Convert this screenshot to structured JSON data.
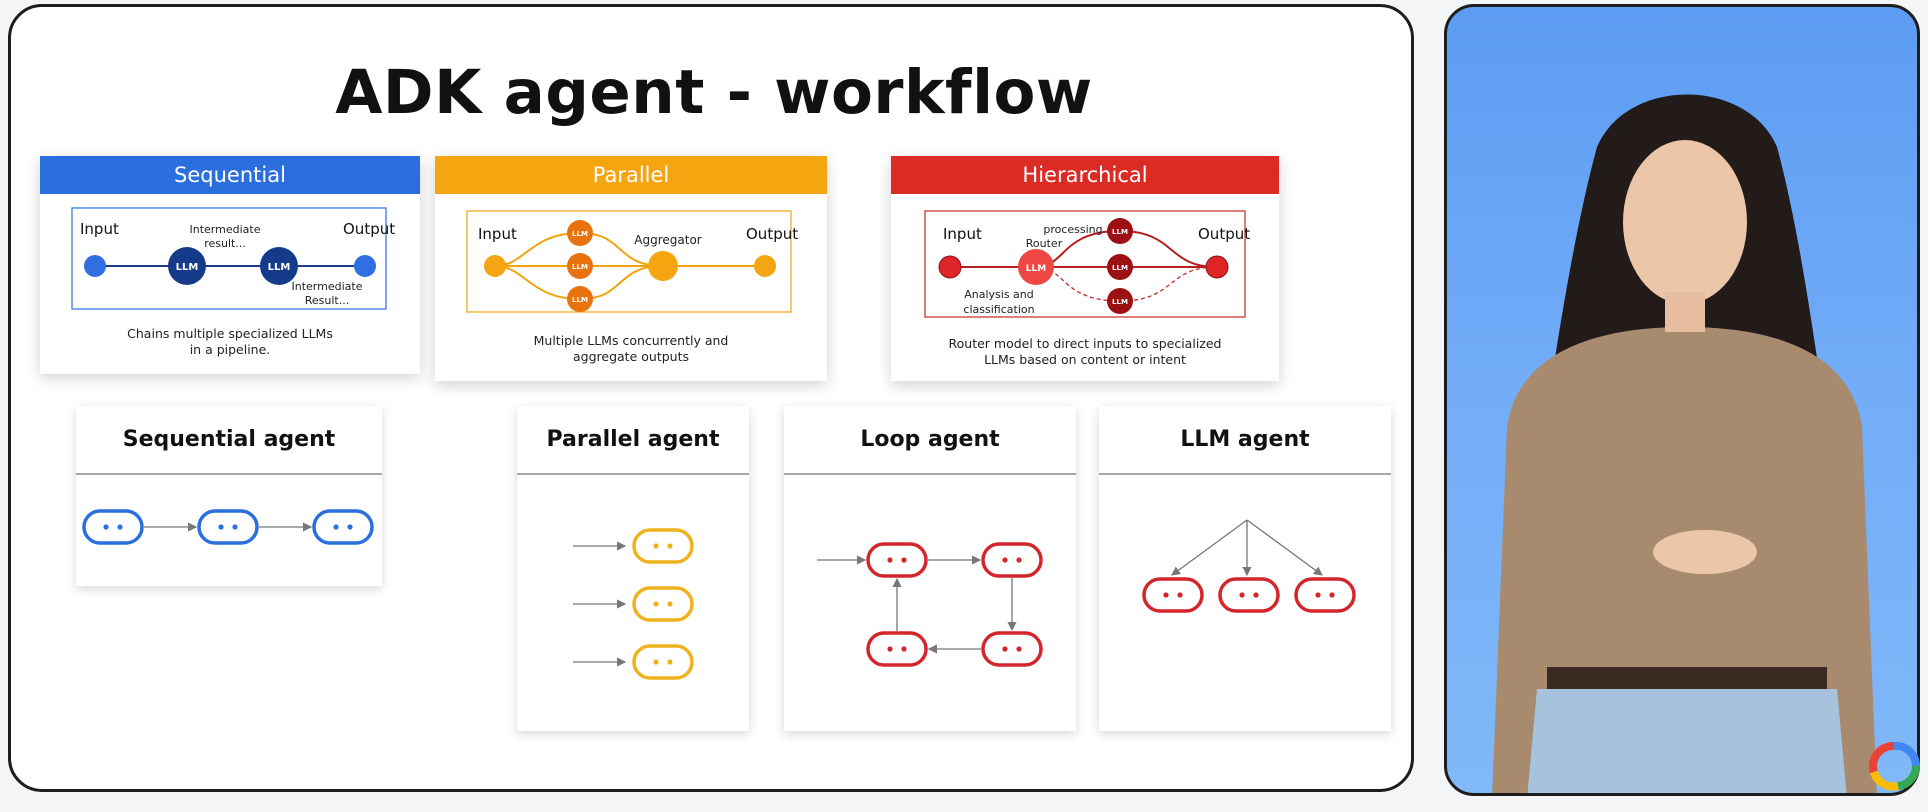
{
  "slide": {
    "title": "ADK agent - workflow"
  },
  "patterns": {
    "sequential": {
      "header": "Sequential",
      "color": "#2b6fdf",
      "input": "Input",
      "output": "Output",
      "intermediate_top": [
        "Intermediate",
        "result..."
      ],
      "intermediate_bottom": [
        "Intermediate",
        "Result..."
      ],
      "node_label": "LLM",
      "caption": [
        "Chains multiple specialized LLMs",
        "in a pipeline."
      ]
    },
    "parallel": {
      "header": "Parallel",
      "color": "#f5a50f",
      "input": "Input",
      "output": "Output",
      "aggregator": "Aggregator",
      "node_label": "LLM",
      "caption": [
        "Multiple LLMs concurrently and",
        "aggregate outputs"
      ]
    },
    "hierarchical": {
      "header": "Hierarchical",
      "color": "#dc2a25",
      "input": "Input",
      "output": "Output",
      "router": "Router",
      "processing": "processing",
      "analysis": [
        "Analysis and",
        "classification"
      ],
      "node_label": "LLM",
      "caption": [
        "Router model to direct inputs to specialized",
        "LLMs based on content or intent"
      ]
    }
  },
  "agents": {
    "sequential": {
      "title": "Sequential agent",
      "color": "#2b6fdf"
    },
    "parallel": {
      "title": "Parallel agent",
      "color": "#f0b21c"
    },
    "loop": {
      "title": "Loop agent",
      "color": "#d4262a"
    },
    "llm": {
      "title": "LLM agent",
      "color": "#d4262a"
    }
  },
  "icons": {
    "brand_logo": "google-cloud-logo-icon"
  }
}
